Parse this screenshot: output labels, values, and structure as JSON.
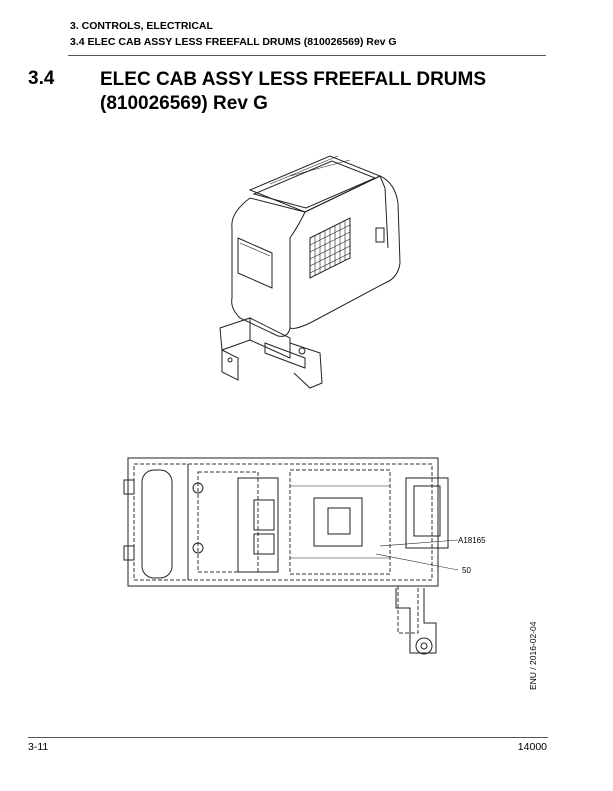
{
  "header": {
    "chapter": "3. CONTROLS, ELECTRICAL",
    "section": "3.4 ELEC CAB ASSY LESS FREEFALL DRUMS (810026569) Rev G"
  },
  "section": {
    "number": "3.4",
    "title_line1": "ELEC CAB ASSY LESS FREEFALL DRUMS",
    "title_line2": "(810026569) Rev G"
  },
  "callouts": {
    "part_a": "A18165",
    "part_b": "50"
  },
  "side_code": "ENU / 2016-02-04",
  "footer": {
    "page": "3-11",
    "model": "14000"
  }
}
